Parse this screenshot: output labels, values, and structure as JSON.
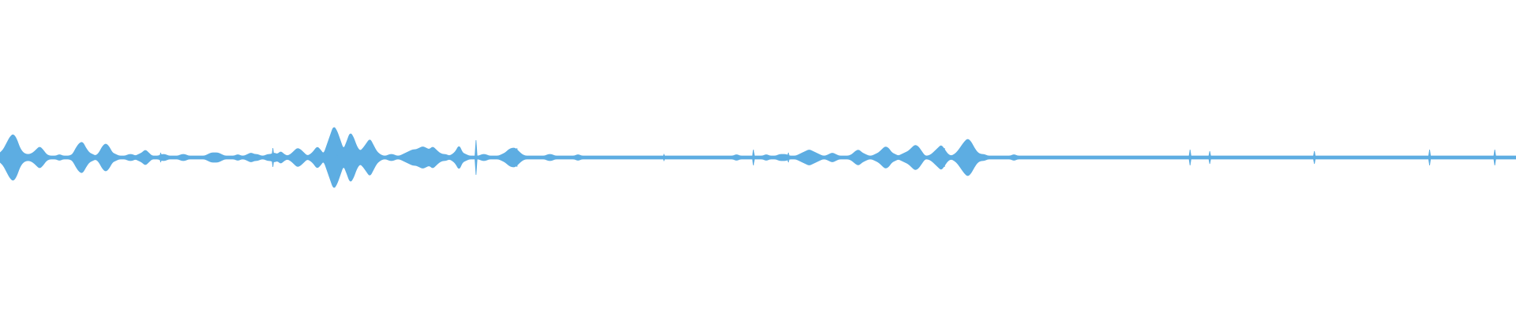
{
  "waveform": {
    "color": "#5dade2",
    "peaks": [
      0.03,
      0.05,
      0.09,
      0.13,
      0.15,
      0.12,
      0.06,
      0.03,
      0.02,
      0.02,
      0.03,
      0.05,
      0.07,
      0.05,
      0.02,
      0.01,
      0.01,
      0.01,
      0.02,
      0.01,
      0.01,
      0.01,
      0.02,
      0.06,
      0.09,
      0.1,
      0.06,
      0.03,
      0.02,
      0.01,
      0.03,
      0.07,
      0.09,
      0.07,
      0.03,
      0.02,
      0.01,
      0.01,
      0.01,
      0.02,
      0.02,
      0.01,
      0.02,
      0.03,
      0.05,
      0.03,
      0.01,
      0.01,
      0.01,
      0.02,
      0.02,
      0.01,
      0.01,
      0.01,
      0.01,
      0.02,
      0.02,
      0.01,
      0.01,
      0.01,
      0.01,
      0.01,
      0.01,
      0.02,
      0.03,
      0.03,
      0.03,
      0.02,
      0.01,
      0.01,
      0.01,
      0.01,
      0.02,
      0.01,
      0.01,
      0.02,
      0.03,
      0.02,
      0.02,
      0.01,
      0.01,
      0.02,
      0.02,
      0.03,
      0.02,
      0.04,
      0.02,
      0.01,
      0.02,
      0.04,
      0.06,
      0.05,
      0.03,
      0.01,
      0.02,
      0.04,
      0.07,
      0.05,
      0.02,
      0.08,
      0.14,
      0.2,
      0.17,
      0.11,
      0.05,
      0.1,
      0.16,
      0.13,
      0.07,
      0.04,
      0.06,
      0.09,
      0.12,
      0.08,
      0.04,
      0.02,
      0.01,
      0.01,
      0.02,
      0.02,
      0.01,
      0.01,
      0.02,
      0.03,
      0.04,
      0.05,
      0.05,
      0.06,
      0.07,
      0.06,
      0.05,
      0.07,
      0.05,
      0.03,
      0.02,
      0.02,
      0.01,
      0.02,
      0.04,
      0.08,
      0.03,
      0.02,
      0.01,
      0.01,
      0.01,
      0.01,
      0.02,
      0.02,
      0.01,
      0.01,
      0.01,
      0.01,
      0.02,
      0.03,
      0.05,
      0.06,
      0.06,
      0.04,
      0.02,
      0.01,
      0.01,
      0.01,
      0.01,
      0.01,
      0.01,
      0.01,
      0.02,
      0.02,
      0.01,
      0.01,
      0.01,
      0.01,
      0.01,
      0.01,
      0.01,
      0.02,
      0.01,
      0.01,
      0.01,
      0.01,
      0.01,
      0.01,
      0.01,
      0.01,
      0.01,
      0.01,
      0.01,
      0.01,
      0.01,
      0.01,
      0.01,
      0.01,
      0.01,
      0.01,
      0.01,
      0.01,
      0.01,
      0.01,
      0.01,
      0.01,
      0.01,
      0.01,
      0.01,
      0.01,
      0.01,
      0.01,
      0.01,
      0.01,
      0.01,
      0.01,
      0.01,
      0.01,
      0.01,
      0.01,
      0.01,
      0.01,
      0.01,
      0.01,
      0.01,
      0.01,
      0.01,
      0.01,
      0.01,
      0.02,
      0.01,
      0.01,
      0.01,
      0.01,
      0.01,
      0.01,
      0.01,
      0.01,
      0.02,
      0.01,
      0.01,
      0.01,
      0.02,
      0.02,
      0.02,
      0.01,
      0.01,
      0.01,
      0.02,
      0.03,
      0.04,
      0.05,
      0.04,
      0.03,
      0.02,
      0.01,
      0.01,
      0.02,
      0.03,
      0.02,
      0.01,
      0.01,
      0.01,
      0.01,
      0.02,
      0.04,
      0.05,
      0.03,
      0.02,
      0.01,
      0.01,
      0.02,
      0.03,
      0.05,
      0.07,
      0.06,
      0.03,
      0.02,
      0.01,
      0.02,
      0.03,
      0.04,
      0.06,
      0.08,
      0.07,
      0.04,
      0.01,
      0.01,
      0.02,
      0.04,
      0.06,
      0.08,
      0.05,
      0.02,
      0.01,
      0.02,
      0.04,
      0.07,
      0.1,
      0.12,
      0.1,
      0.06,
      0.03,
      0.02,
      0.02,
      0.01,
      0.01,
      0.01,
      0.01,
      0.01,
      0.01,
      0.01,
      0.01,
      0.02,
      0.01,
      0.01,
      0.01,
      0.01,
      0.01,
      0.01,
      0.01,
      0.01,
      0.01,
      0.01,
      0.01,
      0.01,
      0.01,
      0.01,
      0.01,
      0.01,
      0.01,
      0.01,
      0.01,
      0.01,
      0.01,
      0.01,
      0.01,
      0.01,
      0.01,
      0.01,
      0.01,
      0.01,
      0.01,
      0.01,
      0.01,
      0.01,
      0.01,
      0.01,
      0.01,
      0.01,
      0.01,
      0.01,
      0.01,
      0.01,
      0.01,
      0.01,
      0.01,
      0.01,
      0.01,
      0.01,
      0.01,
      0.01,
      0.01,
      0.01,
      0.01,
      0.01,
      0.01,
      0.01,
      0.01,
      0.01,
      0.01,
      0.01,
      0.01,
      0.01,
      0.01,
      0.01,
      0.01,
      0.01,
      0.01,
      0.01,
      0.01,
      0.01,
      0.01,
      0.01,
      0.01,
      0.01,
      0.01,
      0.01,
      0.01,
      0.01,
      0.01,
      0.01,
      0.01,
      0.01,
      0.01,
      0.01,
      0.01,
      0.01,
      0.01,
      0.01,
      0.01,
      0.01,
      0.01,
      0.01,
      0.01,
      0.01,
      0.01,
      0.01,
      0.01,
      0.01,
      0.01,
      0.01,
      0.01,
      0.01,
      0.01,
      0.01,
      0.01,
      0.01,
      0.01,
      0.01,
      0.01,
      0.01,
      0.01,
      0.01,
      0.01,
      0.01,
      0.01,
      0.01,
      0.01,
      0.01,
      0.01,
      0.01,
      0.01,
      0.01,
      0.01,
      0.01,
      0.01,
      0.01,
      0.01,
      0.01,
      0.01,
      0.01,
      0.01,
      0.01,
      0.01,
      0.01,
      0.01,
      0.01,
      0.01,
      0.01,
      0.01,
      0.01,
      0.01,
      0.01,
      0.01,
      0.01,
      0.01,
      0.01,
      0.01,
      0.01,
      0.01,
      0.01,
      0.01,
      0.01,
      0.01,
      0.01
    ],
    "spikes": [
      {
        "pos": 0.106,
        "amp": 0.03
      },
      {
        "pos": 0.18,
        "amp": 0.06
      },
      {
        "pos": 0.222,
        "amp": 0.02
      },
      {
        "pos": 0.314,
        "amp": 0.11
      },
      {
        "pos": 0.341,
        "amp": 0.06
      },
      {
        "pos": 0.438,
        "amp": 0.02
      },
      {
        "pos": 0.497,
        "amp": 0.05
      },
      {
        "pos": 0.52,
        "amp": 0.03
      },
      {
        "pos": 0.623,
        "amp": 0.06
      },
      {
        "pos": 0.785,
        "amp": 0.05
      },
      {
        "pos": 0.798,
        "amp": 0.04
      },
      {
        "pos": 0.867,
        "amp": 0.04
      },
      {
        "pos": 0.943,
        "amp": 0.05
      },
      {
        "pos": 0.986,
        "amp": 0.05
      }
    ]
  }
}
